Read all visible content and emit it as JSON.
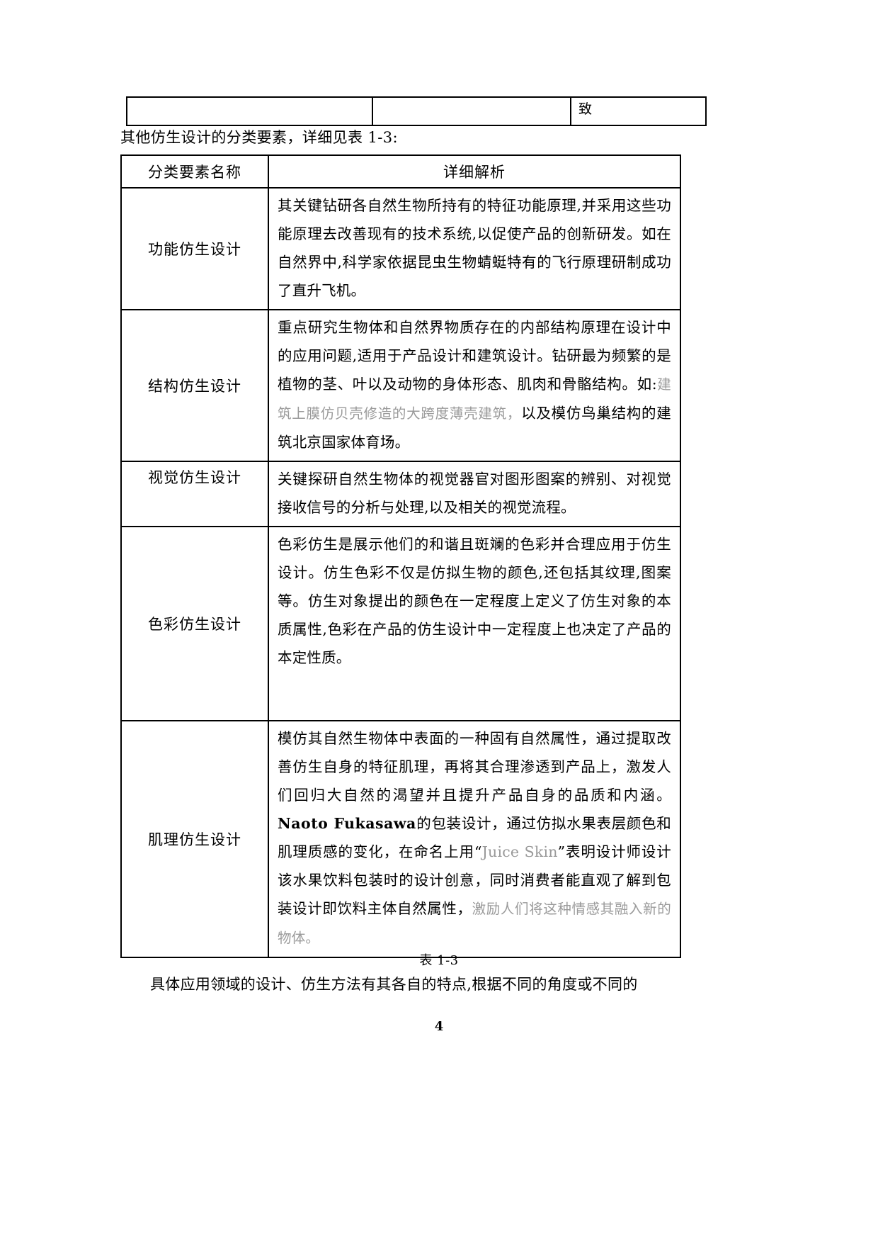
{
  "document": {
    "page_number": "4",
    "intro_line": "其他仿生设计的分类要素，详细见表 1-3:",
    "table_caption": "表 1-3",
    "closing_paragraph": "具体应用领域的设计、仿生方法有其各自的特点,根据不同的角度或不同的"
  },
  "fragment_table": {
    "cells": [
      "",
      "",
      "致"
    ]
  },
  "main_table": {
    "headers": {
      "name": "分类要素名称",
      "description": "详细解析"
    },
    "rows": [
      {
        "name": "功能仿生设计",
        "description": "其关键钻研各自然生物所持有的特征功能原理,并采用这些功能原理去改善现有的技术系统,以促使产品的创新研发。如在自然界中,科学家依据昆虫生物蜻蜓特有的飞行原理研制成功了直升飞机。"
      },
      {
        "name": "结构仿生设计",
        "description_main": "重点研究生物体和自然界物质存在的内部结构原理在设计中的应用问题,适用于产品设计和建筑设计。钻研最为频繁的是植物的茎、叶以及动物的身体形态、肌肉和骨骼结构。如:",
        "description_faint": "建筑上膜仿贝壳修造的大跨度薄壳建筑，",
        "description_tail": "以及模仿鸟巢结构的建筑北京国家体育场。"
      },
      {
        "name": "视觉仿生设计",
        "description": "关键探研自然生物体的视觉器官对图形图案的辨别、对视觉接收信号的分析与处理,以及相关的视觉流程。"
      },
      {
        "name": "色彩仿生设计",
        "description": "色彩仿生是展示他们的和谐且斑斓的色彩并合理应用于仿生设计。仿生色彩不仅是仿拟生物的颜色,还包括其纹理,图案等。仿生对象提出的颜色在一定程度上定义了仿生对象的本质属性,色彩在产品的仿生设计中一定程度上也决定了产品的本定性质。"
      },
      {
        "name": "肌理仿生设计",
        "part1": "模仿其自然生物体中表面的一种固有自然属性，通过提取改善仿生自身的特征肌理，再将其合理渗透到产品上，激发人们回归大自然的渴望并且提升产品自身的品质和内涵。",
        "latin_name": "Naoto Fukasawa",
        "part2": "的包装设计，通过仿拟水果表层颜色和肌理质感的变化，在命名上用“",
        "latin_quote": "Juice Skin",
        "part3": "”表明设计师设计该水果饮料包装时的设计创意，同时消费者能直观了解到包装设计即饮料主体自然属性，",
        "part4_faint": "激励人们将这种情感其融入新的物体。"
      }
    ]
  }
}
